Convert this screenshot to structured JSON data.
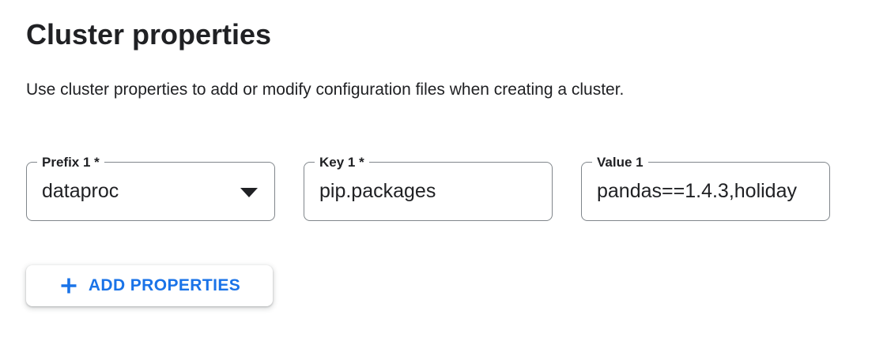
{
  "header": {
    "title": "Cluster properties",
    "description": "Use cluster properties to add or modify configuration files when creating a cluster."
  },
  "form": {
    "fields": [
      {
        "label": "Prefix 1 *",
        "value": "dataproc",
        "control": "select",
        "required": true,
        "icon": "dropdown-arrow-icon"
      },
      {
        "label": "Key 1 *",
        "value": "pip.packages",
        "control": "text-input",
        "required": true
      },
      {
        "label": "Value 1",
        "value": "pandas==1.4.3,holiday",
        "control": "text-input",
        "required": false
      }
    ],
    "add_button": {
      "label": "ADD PROPERTIES",
      "icon": "plus-icon"
    }
  },
  "colors": {
    "accent_blue": "#1a73e8",
    "text": "#202124",
    "field_border": "#80868b",
    "background": "#ffffff"
  }
}
